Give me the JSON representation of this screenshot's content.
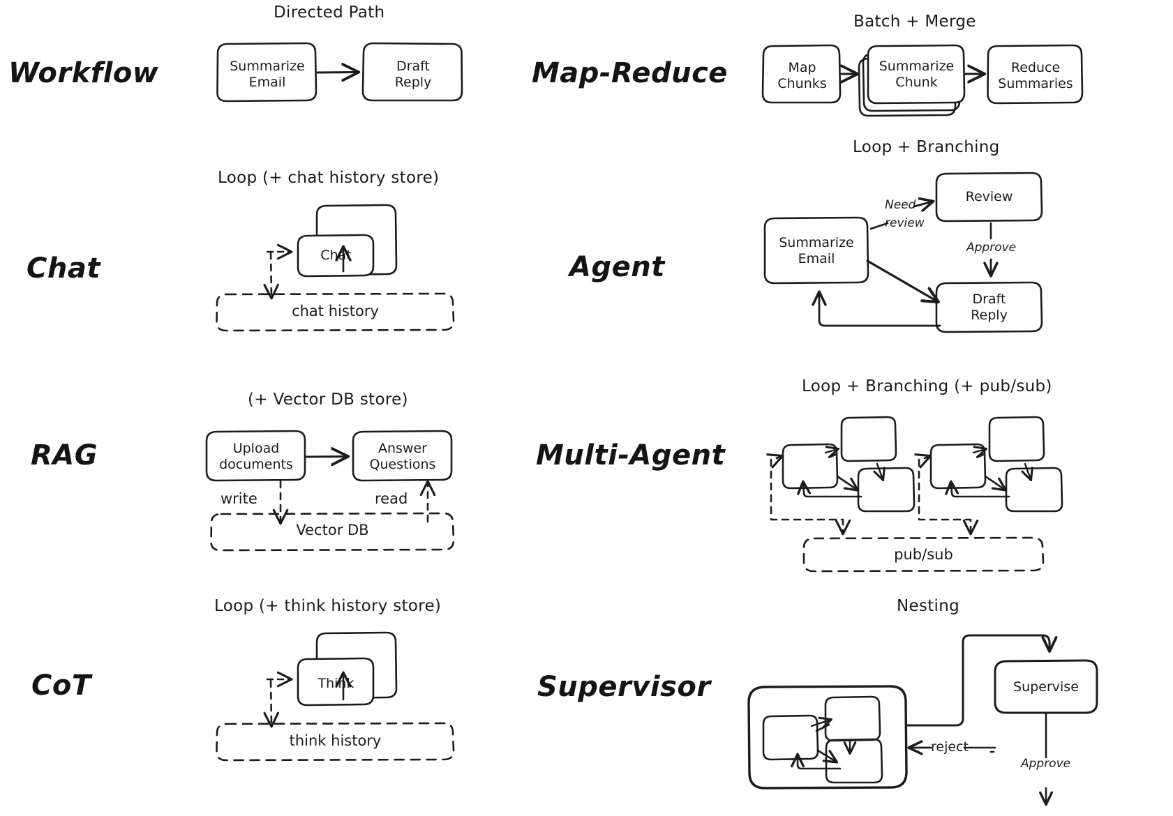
{
  "diagram": {
    "title_hidden": "",
    "rows": [
      {
        "id": "workflow",
        "label": "Workflow",
        "caption": "Directed Path",
        "nodes": [
          "Summarize\nEmail",
          "Draft\nReply"
        ],
        "edge_labels": [],
        "stores": []
      },
      {
        "id": "chat",
        "label": "Chat",
        "caption": "Loop (+ chat history store)",
        "nodes": [
          "Chat"
        ],
        "edge_labels": [],
        "stores": [
          "chat history"
        ]
      },
      {
        "id": "rag",
        "label": "RAG",
        "caption": "(+ Vector DB store)",
        "nodes": [
          "Upload\ndocuments",
          "Answer\nQuestions"
        ],
        "edge_labels": [
          "write",
          "read"
        ],
        "stores": [
          "Vector DB"
        ]
      },
      {
        "id": "cot",
        "label": "CoT",
        "caption": "Loop (+ think history store)",
        "nodes": [
          "Think"
        ],
        "edge_labels": [],
        "stores": [
          "think history"
        ]
      },
      {
        "id": "map-reduce",
        "label": "Map-Reduce",
        "caption": "Batch + Merge",
        "nodes": [
          "Map\nChunks",
          "Summarize\nChunk",
          "Reduce\nSummaries"
        ],
        "edge_labels": [],
        "stores": []
      },
      {
        "id": "agent",
        "label": "Agent",
        "caption": "Loop + Branching",
        "nodes": [
          "Summarize\nEmail",
          "Review",
          "Draft\nReply"
        ],
        "edge_labels": [
          "Need",
          "review",
          "Approve"
        ],
        "stores": []
      },
      {
        "id": "multi-agent",
        "label": "Multi-Agent",
        "caption": "Loop + Branching (+ pub/sub)",
        "nodes": [
          "",
          "",
          "",
          "",
          "",
          ""
        ],
        "edge_labels": [],
        "stores": [
          "pub/sub"
        ]
      },
      {
        "id": "supervisor",
        "label": "Supervisor",
        "caption": "Nesting",
        "nodes": [
          "",
          "",
          "",
          "Supervise"
        ],
        "edge_labels": [
          "reject",
          "Approve"
        ],
        "stores": []
      }
    ],
    "colors": {
      "ink": "#1b1b1b",
      "background": "#ffffff"
    }
  }
}
